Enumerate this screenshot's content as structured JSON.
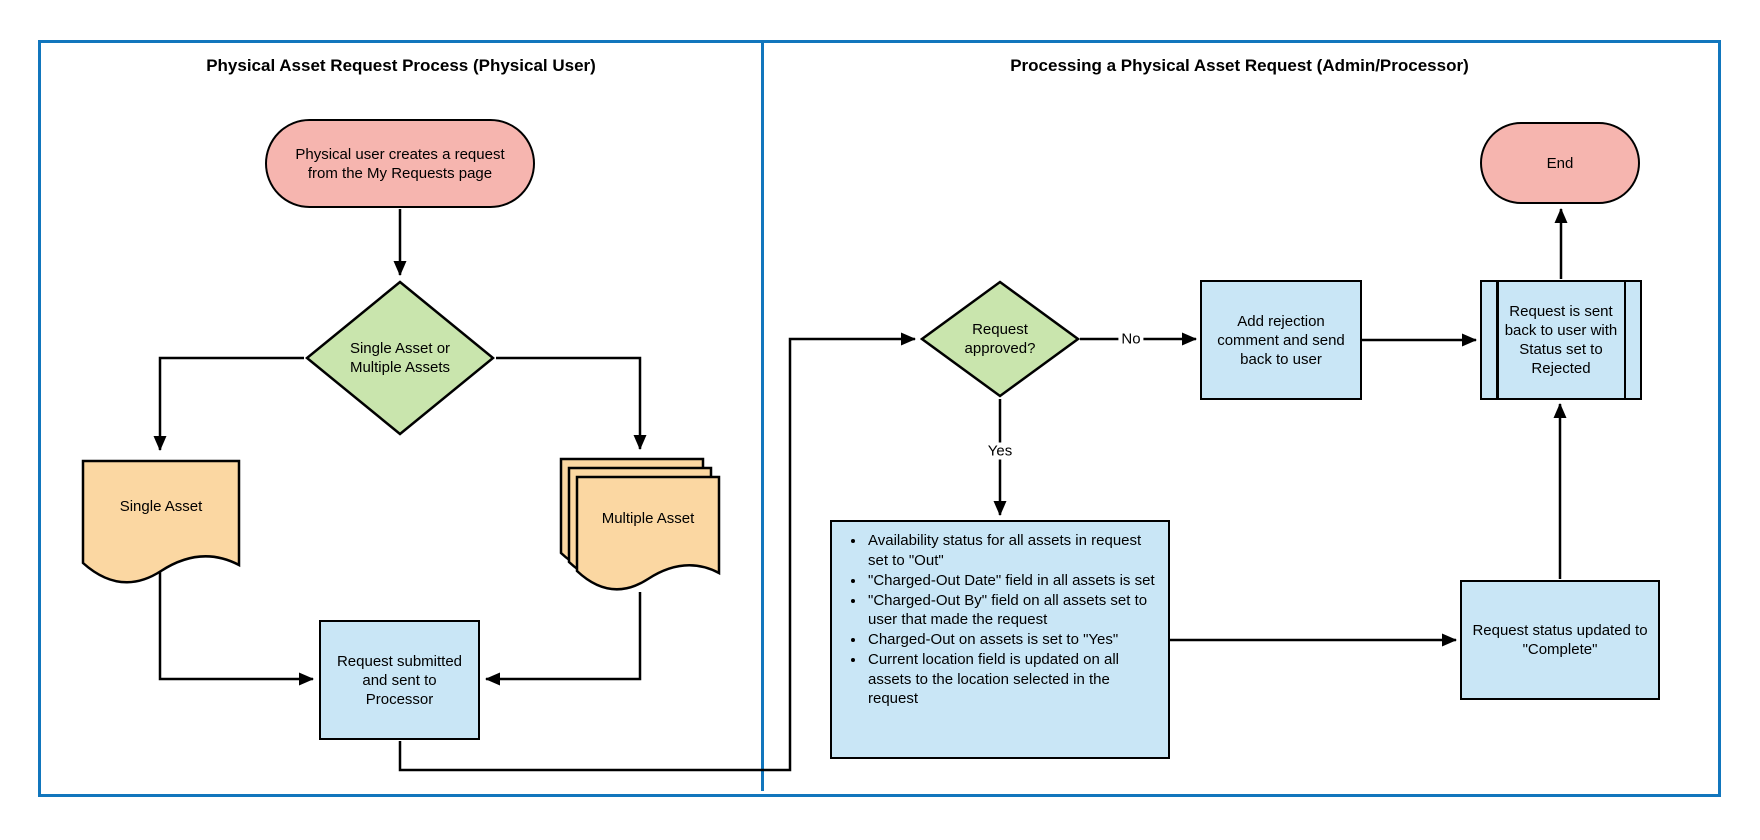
{
  "colors": {
    "frame_blue": "#1176bd",
    "terminator_pink": "#f6b5af",
    "decision_green": "#c9e5ad",
    "document_orange": "#fbd7a2",
    "process_blue": "#c9e6f6",
    "line_black": "#000000"
  },
  "left_panel": {
    "title": "Physical Asset Request Process (Physical User)",
    "start": "Physical user creates a request from the My Requests page",
    "decision": "Single Asset or Multiple Assets",
    "single_asset": "Single Asset",
    "multiple_asset": "Multiple Asset",
    "submit": "Request submitted and sent to Processor"
  },
  "right_panel": {
    "title": "Processing a Physical Asset Request (Admin/Processor)",
    "decision": "Request approved?",
    "no_label": "No",
    "yes_label": "Yes",
    "rejection": "Add rejection comment and send back to user",
    "sent_back": "Request is sent back to user with Status set to Rejected",
    "end": "End",
    "actions": [
      "Availability status for all assets in request set to \"Out\"",
      "\"Charged-Out Date\" field in all assets is set",
      "\"Charged-Out By\" field on all assets set to user that made the request",
      "Charged-Out on assets is set to \"Yes\"",
      "Current location field is updated on all assets to the location selected in the request"
    ],
    "complete": "Request status updated to \"Complete\""
  }
}
